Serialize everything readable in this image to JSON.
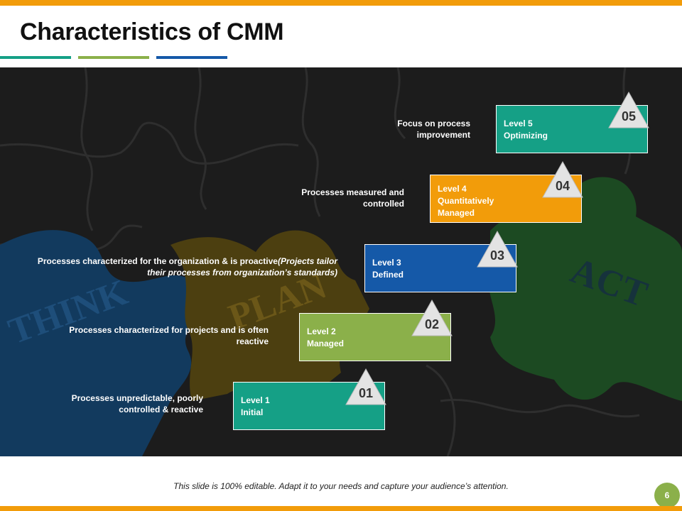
{
  "slide": {
    "title": "Characteristics of CMM",
    "footer_note": "This slide is 100% editable. Adapt it to your needs and capture your audience’s attention.",
    "page_number": "6"
  },
  "colors": {
    "accent_bar": "#f29c0a",
    "teal": "#15a086",
    "green": "#8bb04a",
    "blue": "#1559a8",
    "orange": "#f29c0a"
  },
  "background_words": [
    "THINK",
    "PLAN",
    "ACT"
  ],
  "levels": [
    {
      "number": "01",
      "name": "Level 1",
      "subtitle": "Initial",
      "description": "Processes unpredictable, poorly controlled & reactive"
    },
    {
      "number": "02",
      "name": "Level 2",
      "subtitle": "Managed",
      "description": "Processes characterized for projects and is often reactive"
    },
    {
      "number": "03",
      "name": "Level 3",
      "subtitle": "Defined",
      "description": "Processes characterized for the organization & is proactive",
      "description_italic": "(Projects tailor their processes from organization’s standards)"
    },
    {
      "number": "04",
      "name": "Level 4",
      "subtitle": "Quantitatively Managed",
      "description": "Processes measured and controlled"
    },
    {
      "number": "05",
      "name": "Level 5",
      "subtitle": "Optimizing",
      "description": "Focus on process improvement"
    }
  ]
}
